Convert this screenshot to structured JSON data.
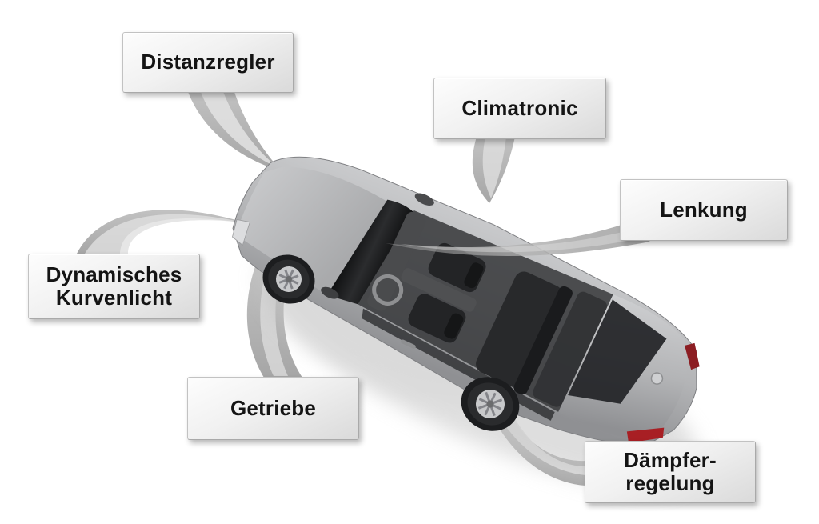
{
  "diagram": {
    "subject": "car-feature-callouts",
    "labels": {
      "distanzregler": "Distanzregler",
      "climatronic": "Climatronic",
      "lenkung": "Lenkung",
      "kurvenlicht": "Dynamisches\nKurvenlicht",
      "getriebe": "Getriebe",
      "daempferregelung": "Dämpfer-\nregelung"
    }
  },
  "colors": {
    "background": "#ffffff",
    "label_background_top": "#fdfdfd",
    "label_background_bottom": "#dadada",
    "label_border": "#c2c2c2",
    "label_text": "#141414",
    "ribbon": "#b1b1b1",
    "ribbon_highlight": "#e3e3e3",
    "car_body_light": "#c6c7c9",
    "car_body_dark": "#8f9093",
    "glass": "#1b1c1e",
    "cabin": "#3a3b3d",
    "seat": "#232426",
    "alloy_rim": "#c8c9cb",
    "taillight_red": "#a81f24"
  }
}
